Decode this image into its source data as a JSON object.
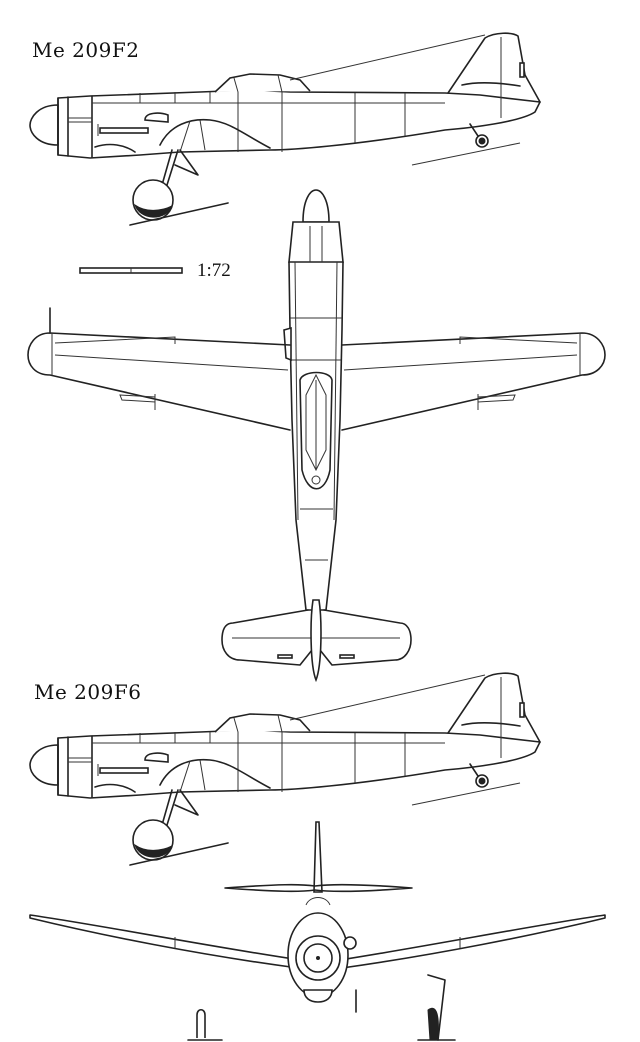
{
  "labels": {
    "top_side_view": "Me 209F2",
    "bottom_side_view": "Me 209F6"
  },
  "scale": {
    "text": "1:72"
  },
  "views": [
    {
      "name": "side-view-f2",
      "variant": "Me 209F2",
      "type": "side"
    },
    {
      "name": "plan-view",
      "type": "top"
    },
    {
      "name": "side-view-f6",
      "variant": "Me 209F6",
      "type": "side"
    },
    {
      "name": "front-view",
      "type": "front"
    }
  ],
  "colors": {
    "line": "#222222",
    "background": "#ffffff"
  }
}
